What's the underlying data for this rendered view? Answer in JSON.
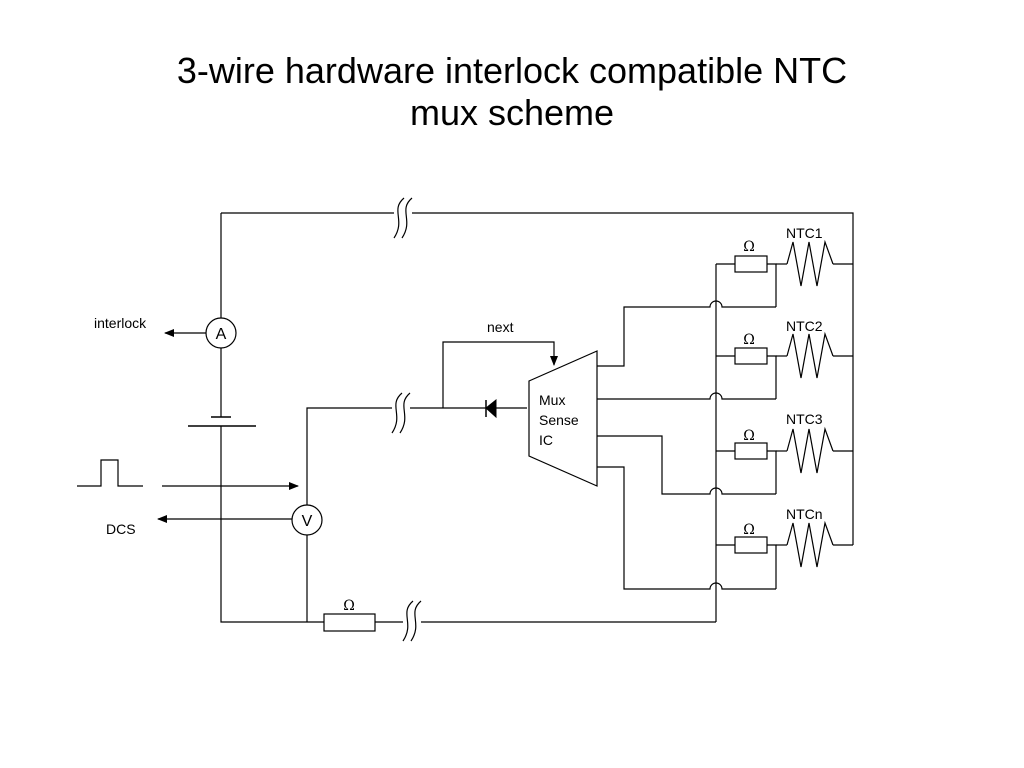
{
  "title": {
    "line1": "3-wire hardware interlock compatible NTC",
    "line2": "mux scheme"
  },
  "labels": {
    "interlock": "interlock",
    "dcs": "DCS",
    "next": "next",
    "ammeter": "A",
    "voltmeter": "V",
    "mux_line1": "Mux",
    "mux_line2": "Sense",
    "mux_line3": "IC",
    "ohm_symbol": "Ω"
  },
  "ntc": [
    {
      "label": "NTC1"
    },
    {
      "label": "NTC2"
    },
    {
      "label": "NTC3"
    },
    {
      "label": "NTCn"
    }
  ]
}
